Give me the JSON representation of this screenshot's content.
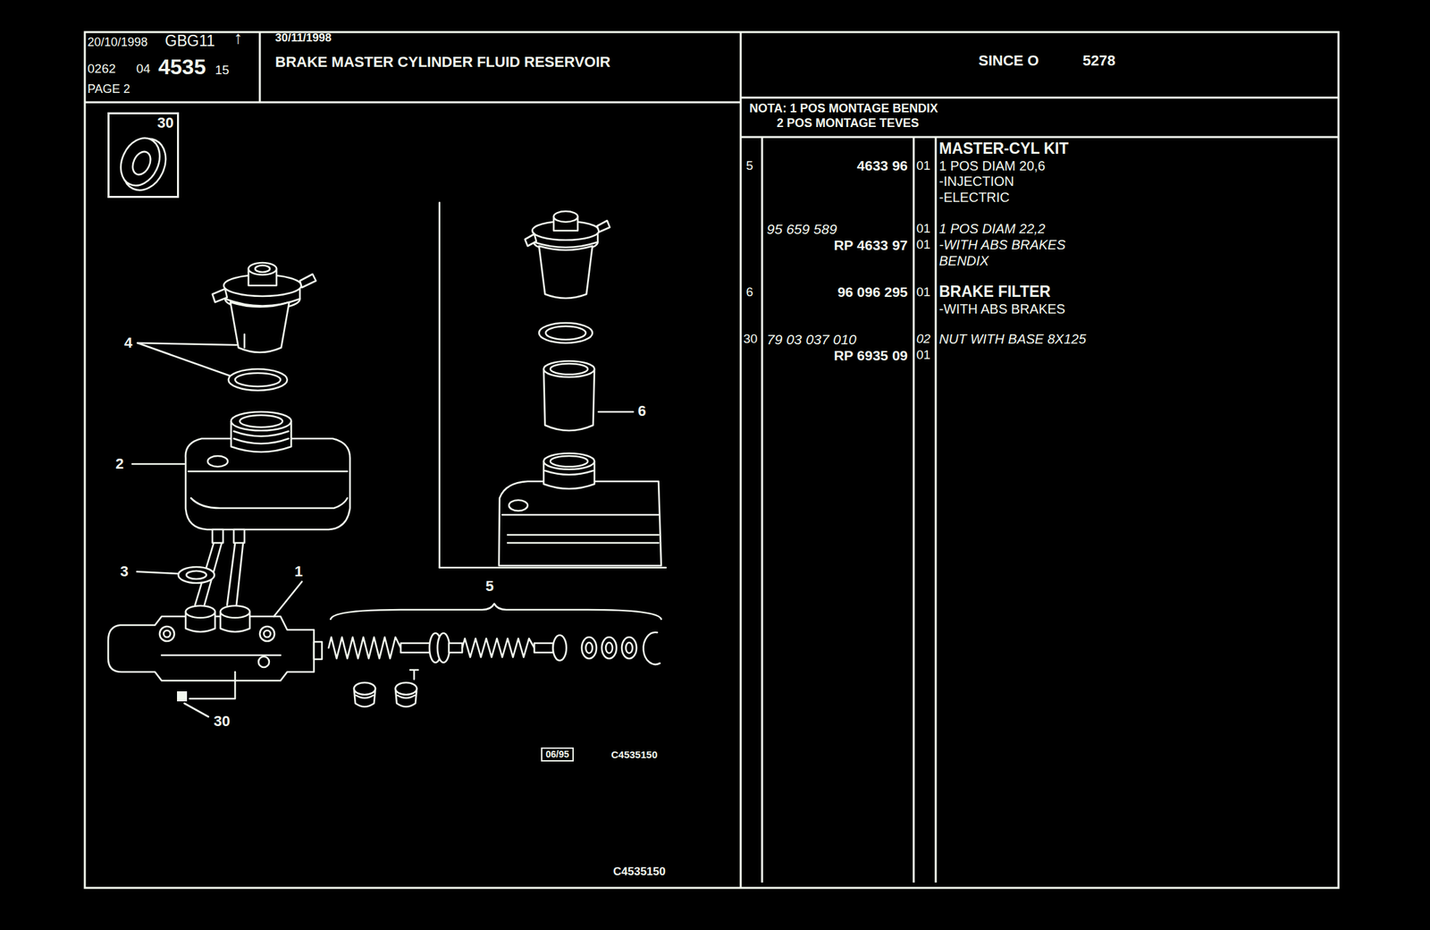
{
  "diagram": {
    "title": "BRAKE MASTER CYLINDER FLUID RESERVOIR",
    "nodes": [
      {
        "text": [
          "30"
        ]
      },
      {
        "text": [
          "06/95"
        ]
      }
    ],
    "labels": [
      "20/10/1998",
      "GB",
      "G11",
      "↑",
      "0262",
      "04",
      "4535",
      "15",
      "PAGE 2",
      "30/11/1998",
      "SINCE O",
      "5278",
      "NOTA: 1 POS MONTAGE BENDIX",
      "2 POS MONTAGE TEVES",
      "5",
      "4633 96",
      "01",
      "MASTER-CYL KIT",
      "1 POS DIAM 20,6",
      "-INJECTION",
      "-ELECTRIC",
      "95 659 589",
      "01",
      "1 POS DIAM 22,2",
      "RP 4633 97",
      "01",
      "-WITH ABS BRAKES",
      "BENDIX",
      "6",
      "96 096 295",
      "01",
      "BRAKE FILTER",
      "-WITH ABS BRAKES",
      "30",
      "79 03 037 010",
      "02",
      "NUT WITH BASE 8X125",
      "RP 6935 09",
      "01",
      "4",
      "2",
      "3",
      "1",
      "5",
      "6",
      "30",
      "C4535150",
      "C4535150"
    ]
  }
}
